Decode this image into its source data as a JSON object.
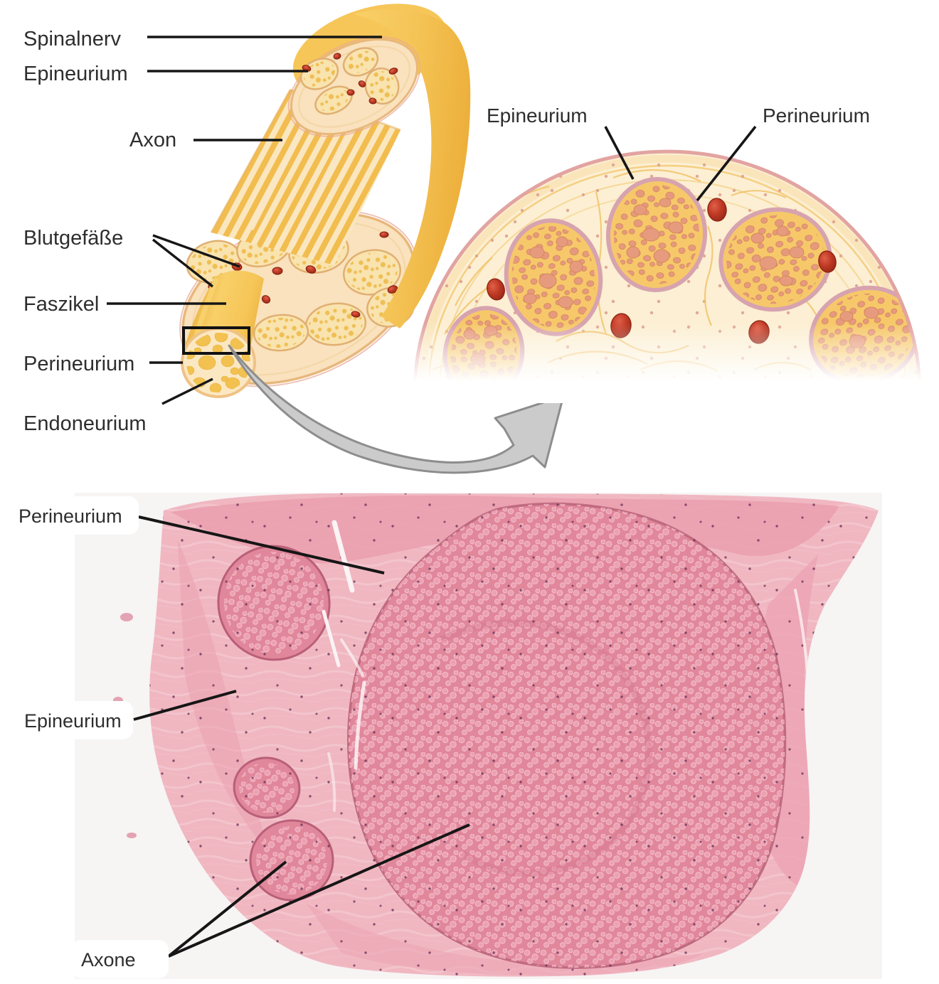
{
  "figure": {
    "language": "de",
    "topic": "Aufbau eines peripheren Nervs / Spinalnerv"
  },
  "diagram3d": {
    "labels": {
      "spinalnerv": "Spinalnerv",
      "epineurium": "Epineurium",
      "axon": "Axon",
      "blutgefaesse": "Blutgefäße",
      "faszikel": "Faszikel",
      "perineurium": "Perineurium",
      "endoneurium": "Endoneurium"
    }
  },
  "cross_section_detail": {
    "labels": {
      "epineurium": "Epineurium",
      "perineurium": "Perineurium"
    }
  },
  "micrograph": {
    "labels": {
      "perineurium": "Perineurium",
      "epineurium": "Epineurium",
      "axone": "Axone"
    }
  },
  "colors": {
    "sheath_gold": "#F2BE4C",
    "face_cream": "#F9E2BD",
    "fascicle_cream": "#F9E3AE",
    "dome_cream": "#FCEFD3",
    "dome_fascicle_gold": "#F6C86A",
    "dome_fascicle_rim": "#D7A3AF",
    "axon_blob_salmon": "#E69A7D",
    "blood_vessel_red": "#B43220",
    "arrow_gray": "#CBCBCB",
    "histo_epineurium_pink": "#F0B7C1",
    "histo_fascicle_pink": "#E1879B",
    "label_text": "#2E2E2E",
    "pointer_line": "#161616"
  }
}
